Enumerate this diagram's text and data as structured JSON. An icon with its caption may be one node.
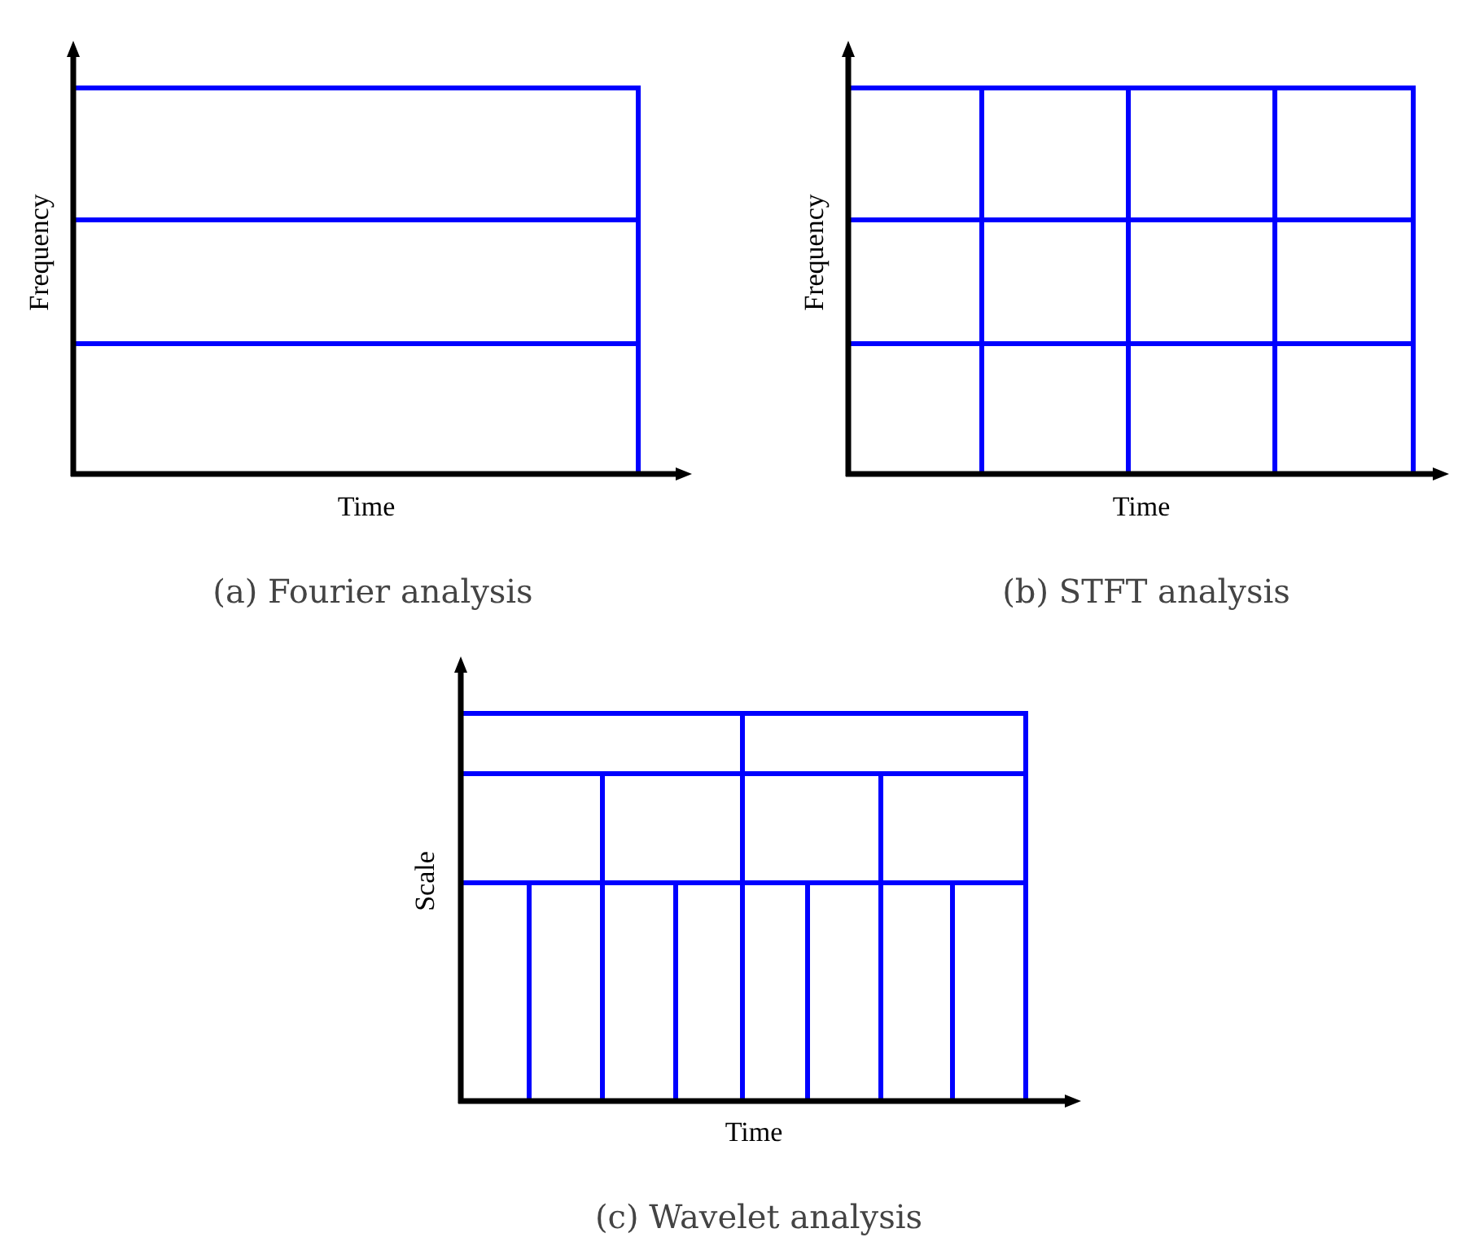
{
  "diagram": {
    "labels": [
      "Frequency",
      "Time",
      "(a) Fourier analysis",
      "Frequency",
      "Time",
      "(b) STFT analysis",
      "Scale",
      "Time",
      "(c) Wavelet analysis"
    ]
  }
}
